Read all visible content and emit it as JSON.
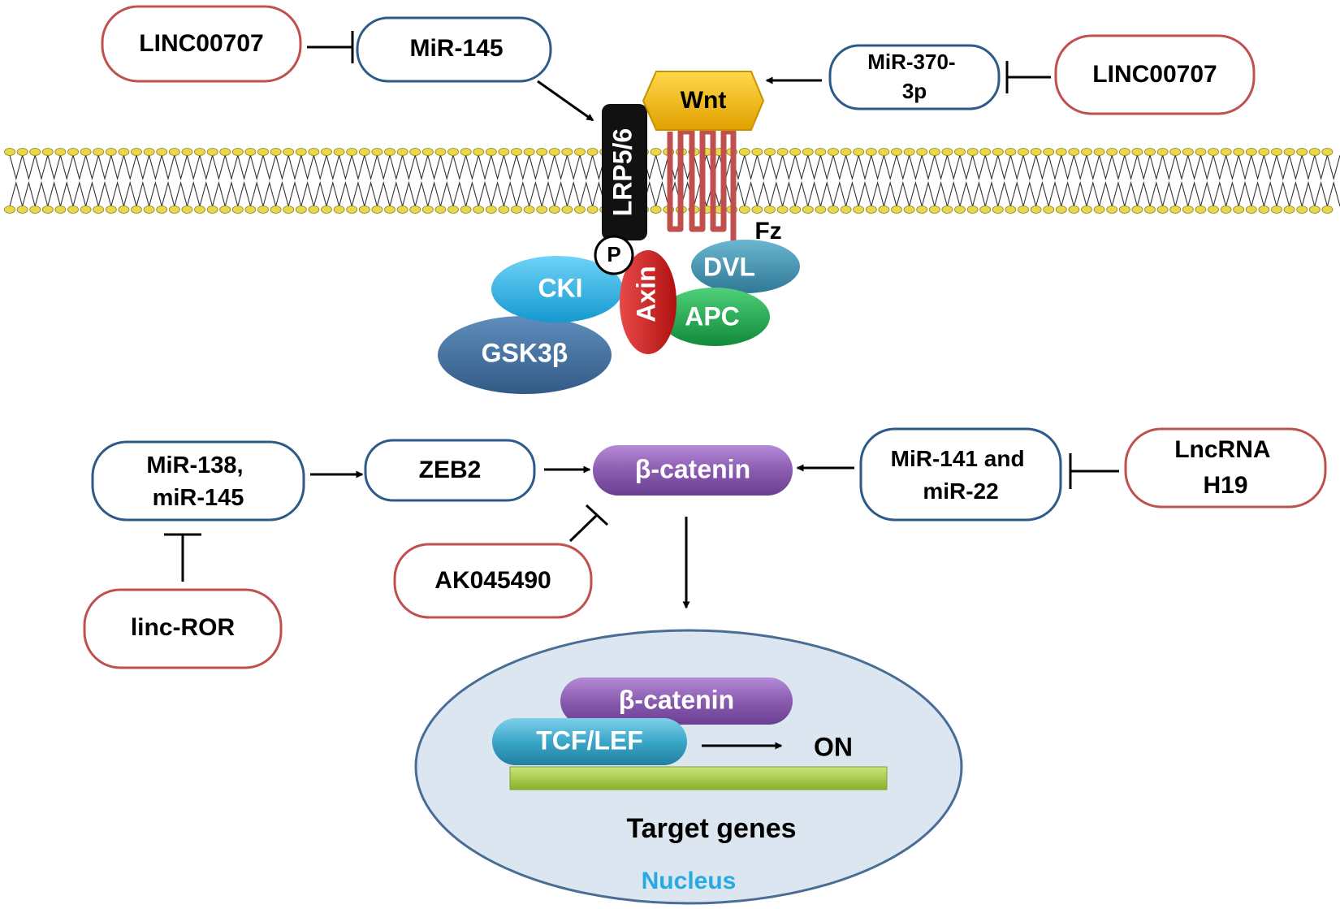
{
  "colors": {
    "lncrna_border": "#c0504d",
    "mirna_border": "#2e5a8a",
    "membrane_head": "#e8d84a",
    "wnt": "#f5b800",
    "lrp": "#111111",
    "fz": "#c0504d",
    "cki": "#1eaee8",
    "gsk3b": "#3f6d9e",
    "axin": "#d01b1b",
    "dvl": "#3f8fae",
    "apc": "#1aa44a",
    "beta_catenin": "#8a5cb0",
    "tcf_lef": "#3aa7c9",
    "target_gene_bar": "#9fc93c",
    "nucleus_fill": "#dce6f1",
    "nucleus_border": "#4a6d96",
    "nucleus_label": "#27a9e1"
  },
  "nodes": {
    "linc00707_left": "LINC00707",
    "mir145_top": "MiR-145",
    "mir370": [
      "MiR-370-",
      "3p"
    ],
    "linc00707_right": "LINC00707",
    "wnt": "Wnt",
    "lrp": "LRP5/6",
    "fz": "Fz",
    "phospho": "P",
    "axin": "Axin",
    "dvl": "DVL",
    "cki": "CKI",
    "apc": "APC",
    "gsk3b": "GSK3β",
    "mir138_145": [
      "MiR-138,",
      "miR-145"
    ],
    "zeb2": "ZEB2",
    "beta_catenin": "β-catenin",
    "mir141_22": [
      "MiR-141 and",
      "miR-22"
    ],
    "lncrna_h19": [
      "LncRNA",
      "H19"
    ],
    "ak045490": "AK045490",
    "linc_ror": "linc-ROR",
    "nucleus_beta_catenin": "β-catenin",
    "tcf_lef": "TCF/LEF",
    "on": "ON",
    "target_genes": "Target genes",
    "nucleus": "Nucleus"
  }
}
